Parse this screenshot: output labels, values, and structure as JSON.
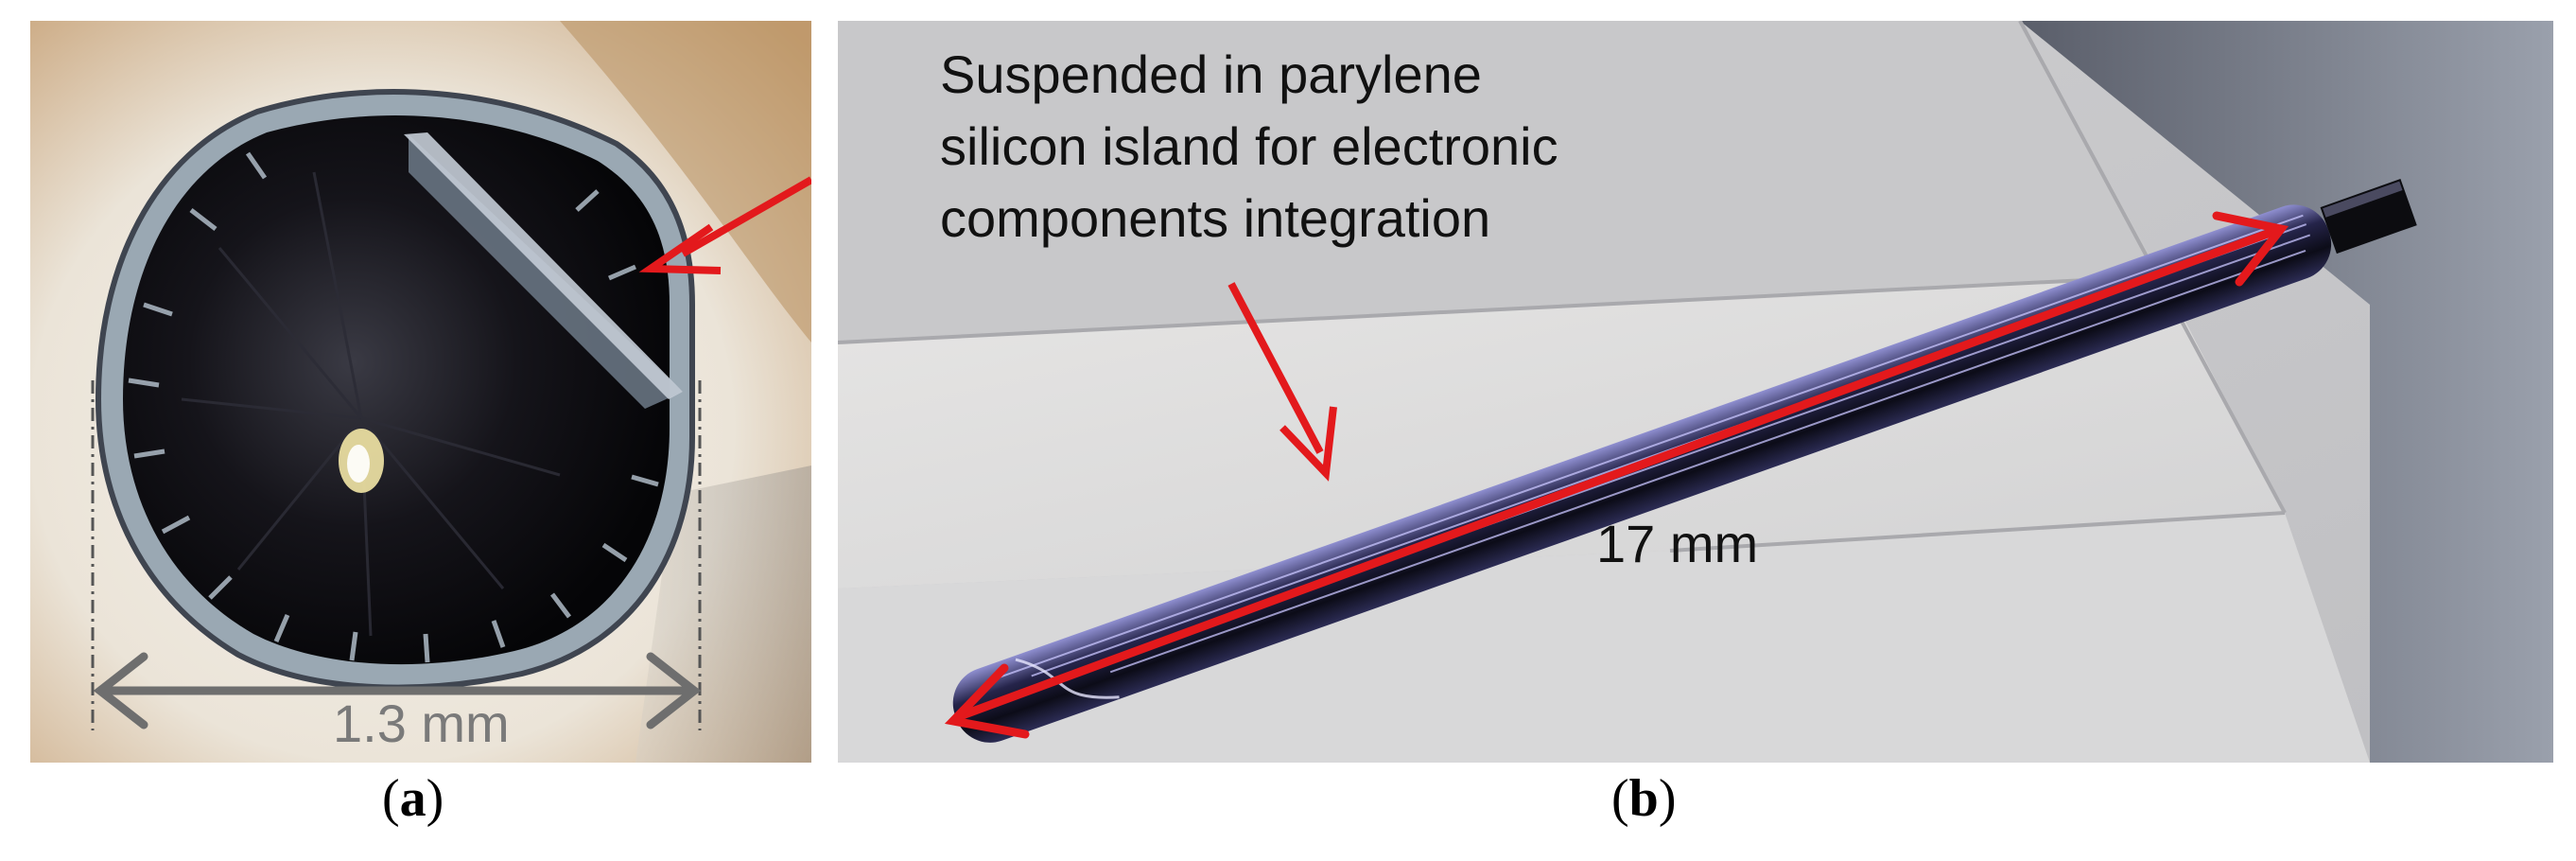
{
  "panels": {
    "a": {
      "label_open": "(",
      "label_letter": "a",
      "label_close": ")",
      "scale_text": "1.3 mm"
    },
    "b": {
      "label_open": "(",
      "label_letter": "b",
      "label_close": ")",
      "annotation_lines": [
        "Suspended in parylene",
        "silicon island for electronic",
        "components integration"
      ],
      "scale_text": "17 mm"
    }
  },
  "colors": {
    "arrow": "#e3191c",
    "scale_arrow": "#6e6e6e",
    "background_paper": "#ece6dc",
    "device_dark": "#1a1822",
    "block_metal": "#cfcfd2",
    "rod": "#2a2a55"
  }
}
